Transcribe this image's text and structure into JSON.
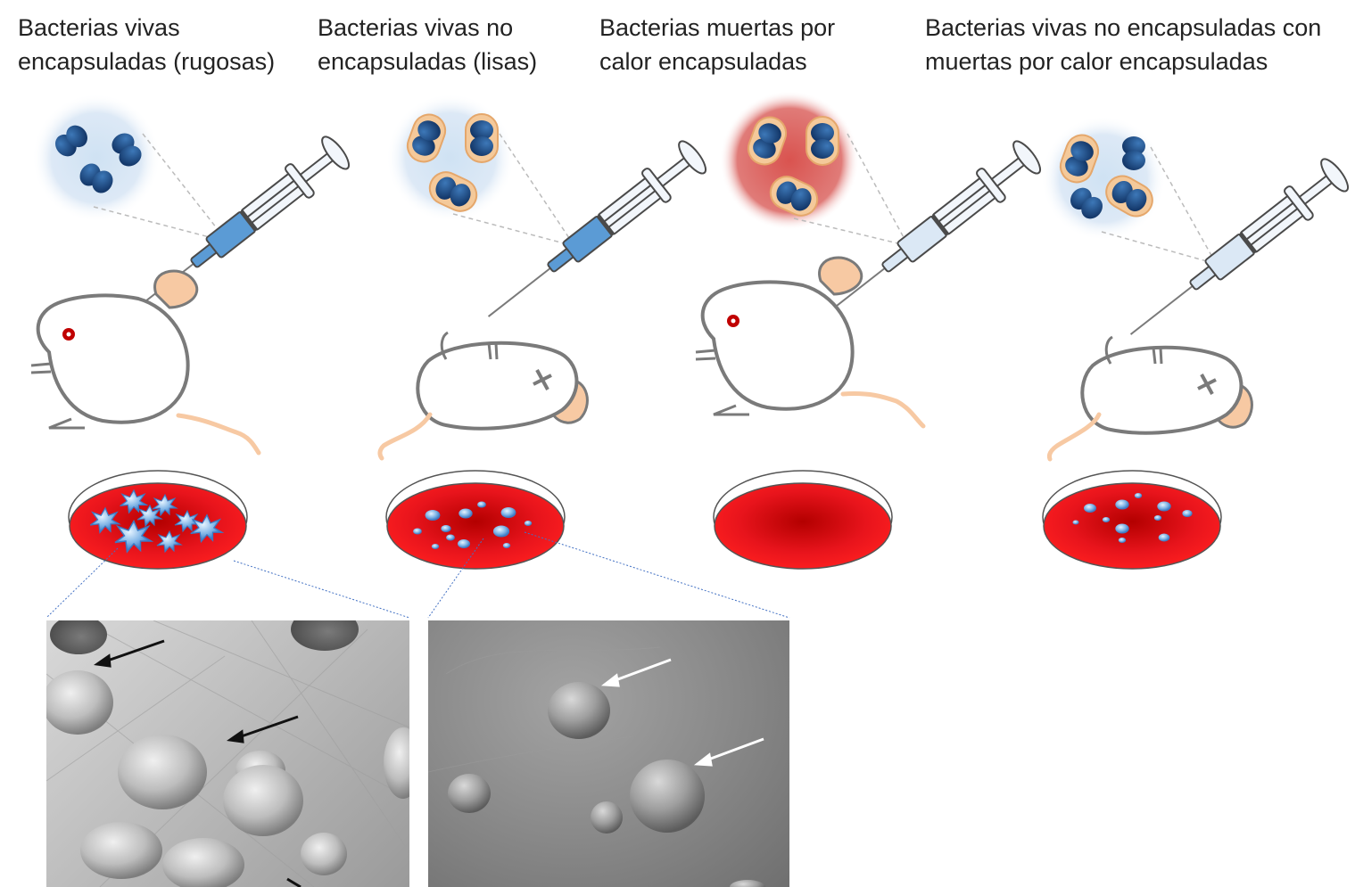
{
  "panels": [
    {
      "line1": "Bacterias vivas",
      "line2": "encapsuladas (rugosas)"
    },
    {
      "line1": "Bacterias vivas  no",
      "line2": "encapsuladas (lisas)"
    },
    {
      "line1": "Bacterias muertas  por",
      "line2": "calor encapsuladas"
    },
    {
      "line1": "Bacterias vivas no encapsuladas con",
      "line2": "muertas por calor encapsuladas"
    }
  ],
  "colors": {
    "bacteria": "#1e4f8c",
    "capsule": "#f4c99a",
    "heat_halo": "#d9534f",
    "cool_halo": "#cfe2f3",
    "agar": "#e8141c",
    "mouse_outline": "#7a7a7a",
    "mouse_ear": "#f7c9a3"
  },
  "icons": [
    "syringe-icon",
    "mouse-icon",
    "petri-dish-icon",
    "bacteria-icon"
  ]
}
